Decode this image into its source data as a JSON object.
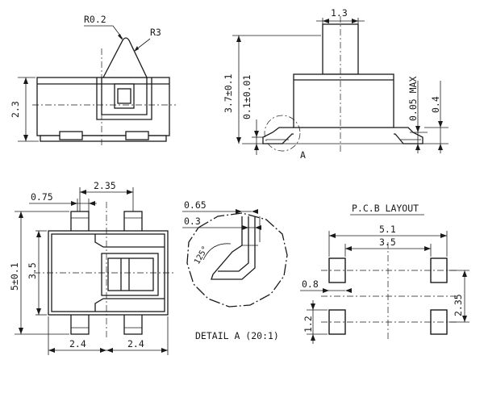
{
  "top_left_view": {
    "dims": {
      "r02": "R0.2",
      "r3": "R3",
      "h": "2.3"
    }
  },
  "top_right_view": {
    "dims": {
      "w": "1.3",
      "h_total": "3.7±0.1",
      "h_small": "0.1±0.01",
      "max": "0.05 MAX",
      "lead": "0.4",
      "detail_ref": "A"
    }
  },
  "bottom_left_view": {
    "dims": {
      "d075": "0.75",
      "d235": "2.35",
      "d5": "5±0.1",
      "d35": "3.5",
      "d24a": "2.4",
      "d24b": "2.4"
    }
  },
  "detail_view": {
    "dims": {
      "d065": "0.65",
      "d03": "0.3",
      "angle": "125°"
    },
    "caption": "DETAIL A (20:1)"
  },
  "pcb_layout": {
    "title": "P.C.B LAYOUT",
    "dims": {
      "d51": "5.1",
      "d35": "3.5",
      "d08": "0.8",
      "d235": "2.35",
      "d12": "1.2"
    }
  }
}
